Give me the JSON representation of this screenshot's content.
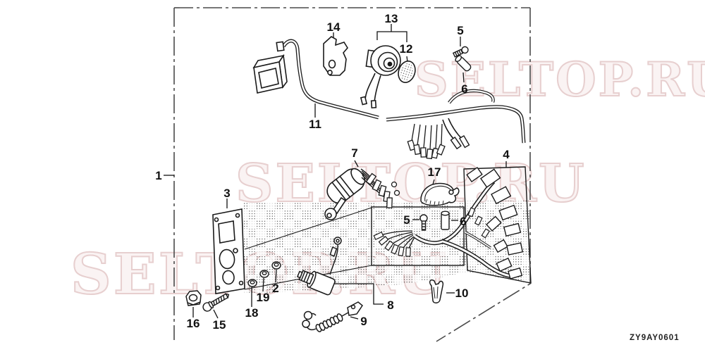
{
  "watermark": {
    "text": "SELTOP.RU",
    "color": "#e7cfcf"
  },
  "part_code": "ZY9AY0601",
  "line_color": "#1a1a1a",
  "border_color": "#4a4a4a",
  "labels": {
    "n1": "1",
    "n2": "2",
    "n3": "3",
    "n4": "4",
    "n5": "5",
    "n5b": "5",
    "n6": "6",
    "n6b": "6",
    "n7": "7",
    "n8": "8",
    "n9": "9",
    "n10": "10",
    "n11": "11",
    "n12": "12",
    "n13": "13",
    "n14": "14",
    "n15": "15",
    "n16": "16",
    "n17": "17",
    "n18": "18",
    "n19": "19"
  }
}
